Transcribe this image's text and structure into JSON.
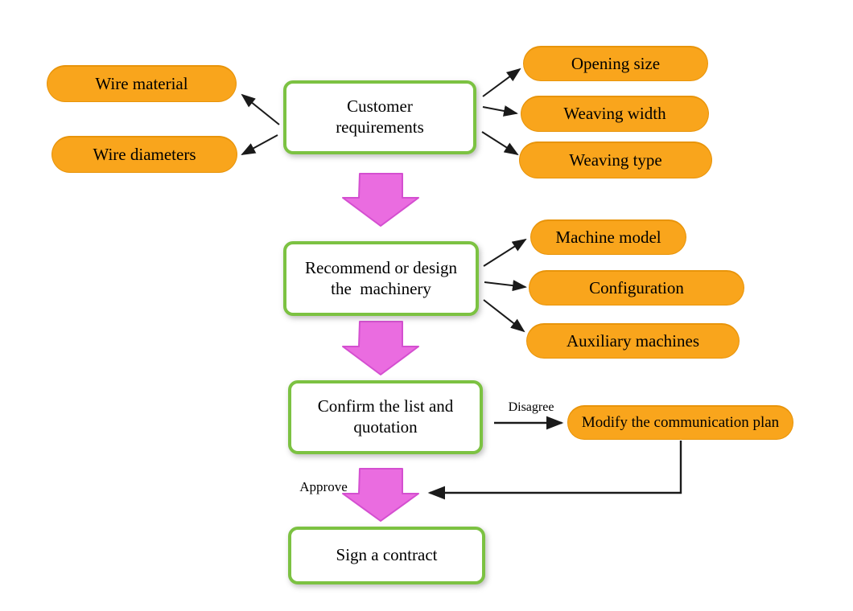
{
  "diagram": {
    "title": "Customer requirement to contract flowchart",
    "colors": {
      "pill_fill": "#f9a51c",
      "pill_border": "#e8940a",
      "box_border_green": "#7cc242",
      "box_fill": "#ffffff",
      "flow_arrow_fill": "#ea6ce0",
      "flow_arrow_stroke": "#d44fd0",
      "connector_black": "#1a1a1a",
      "text": "#000000",
      "background": "#ffffff"
    },
    "boxes": {
      "customer": {
        "label": "Customer\nrequirements"
      },
      "recommend": {
        "label": "Recommend or design\nthe  machinery"
      },
      "confirm": {
        "label": "Confirm the list and\nquotation"
      },
      "sign": {
        "label": "Sign a contract"
      }
    },
    "pills": {
      "wire_material": {
        "label": "Wire material"
      },
      "wire_diameters": {
        "label": "Wire diameters"
      },
      "opening_size": {
        "label": "Opening size"
      },
      "weaving_width": {
        "label": "Weaving width"
      },
      "weaving_type": {
        "label": "Weaving type"
      },
      "machine_model": {
        "label": "Machine model"
      },
      "configuration": {
        "label": "Configuration"
      },
      "auxiliary_machines": {
        "label": "Auxiliary machines"
      },
      "modify_plan": {
        "label": "Modify the communication plan"
      }
    },
    "edge_labels": {
      "disagree": "Disagree",
      "approve": "Approve"
    }
  }
}
